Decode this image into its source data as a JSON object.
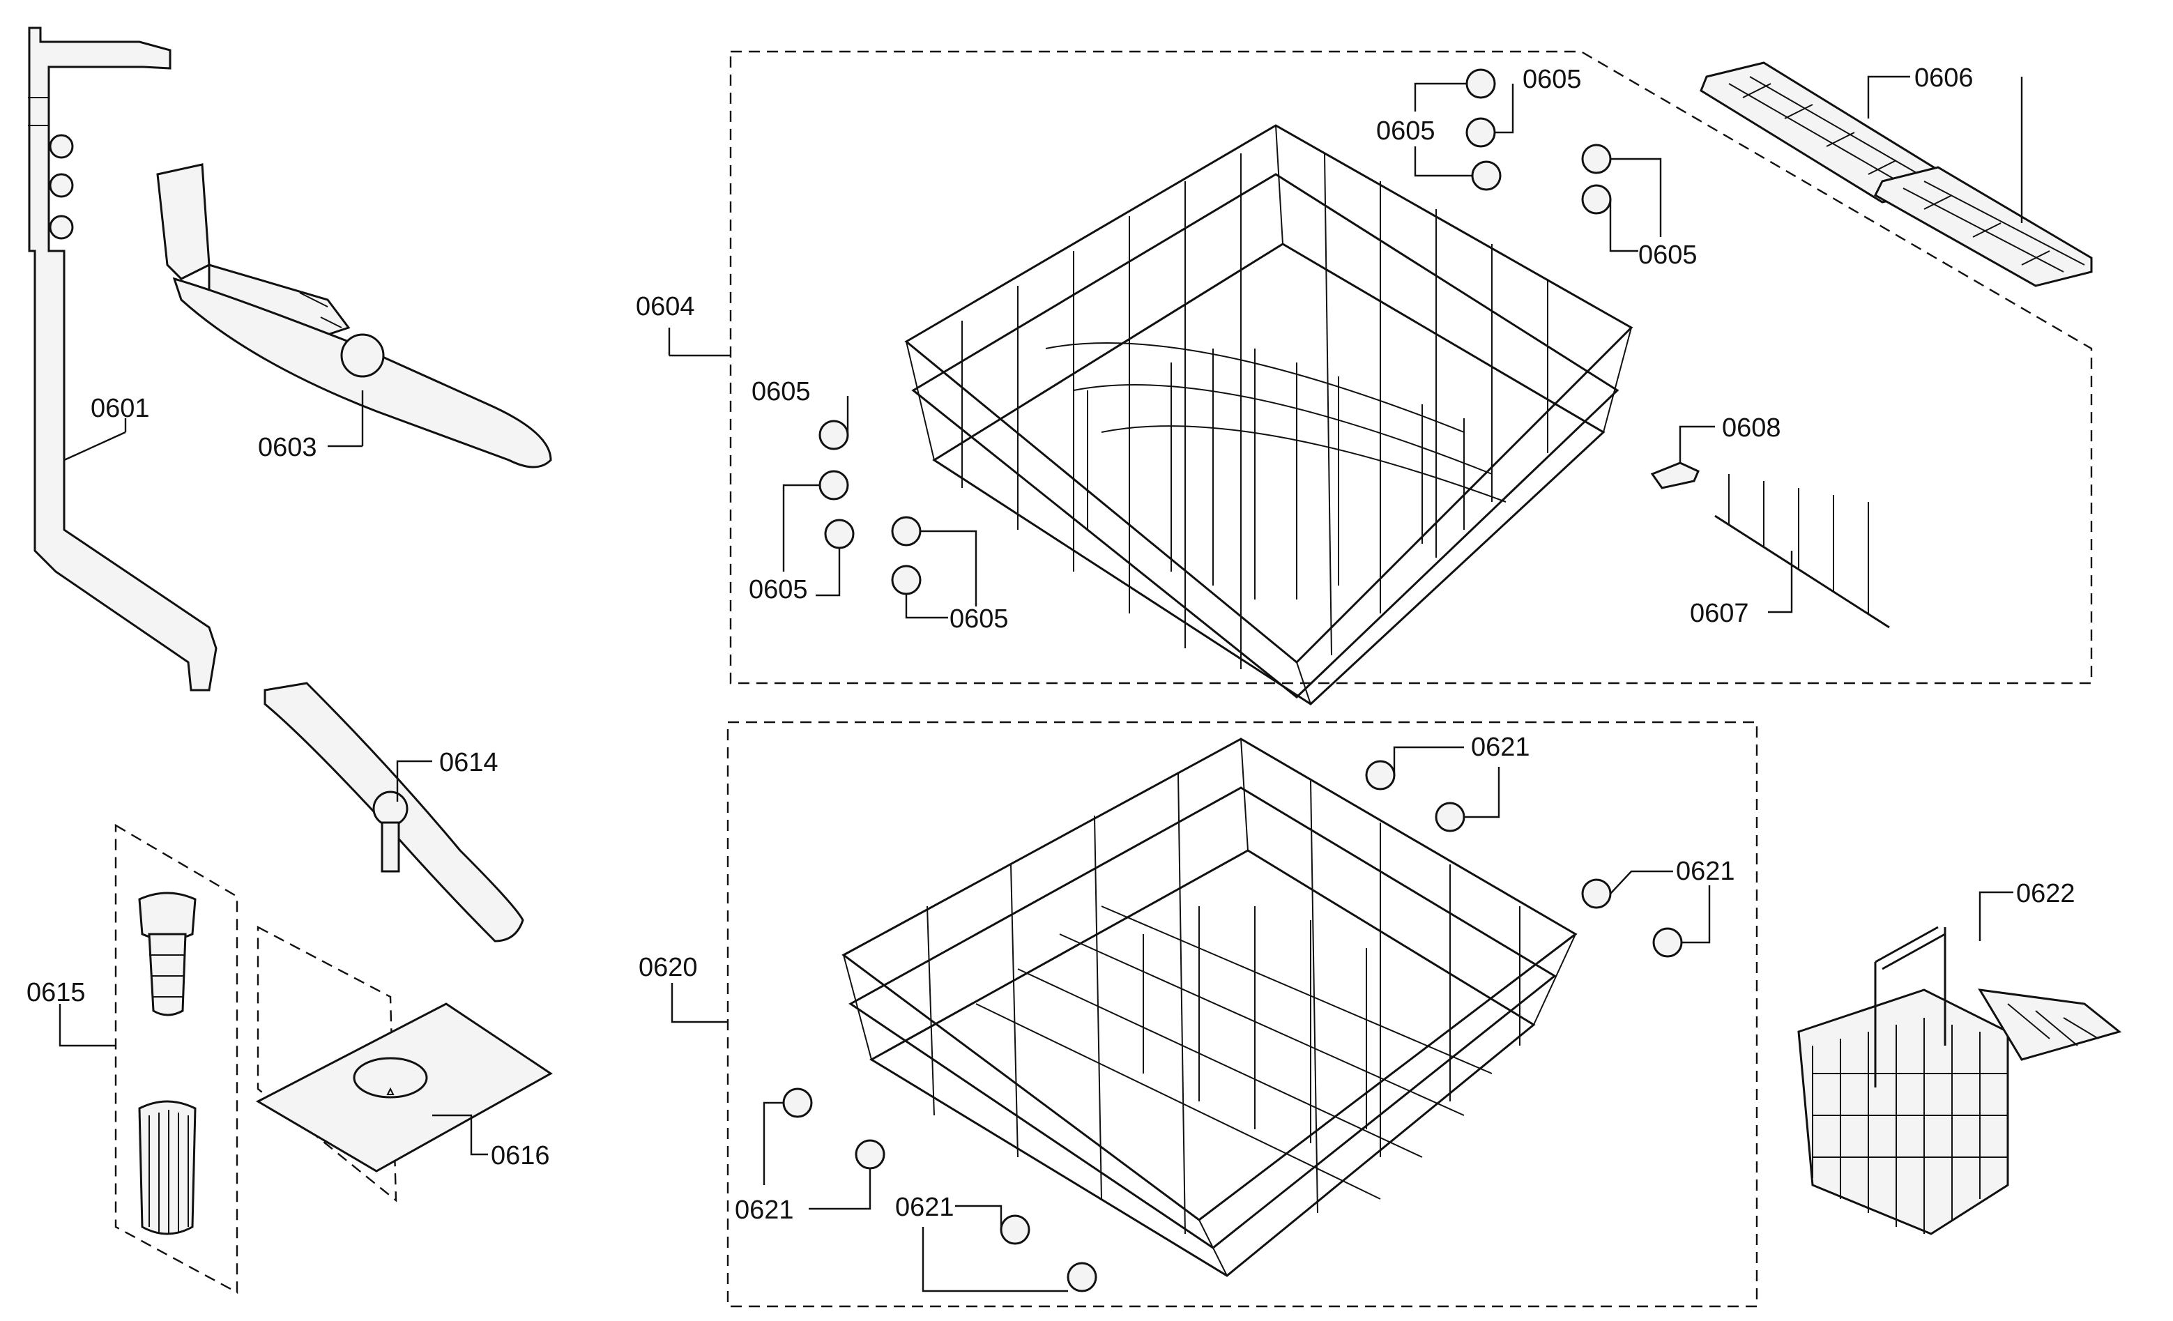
{
  "labels": {
    "l0601": "0601",
    "l0603": "0603",
    "l0604": "0604",
    "l0605a": "0605",
    "l0605b": "0605",
    "l0605c": "0605",
    "l0605d": "0605",
    "l0605e": "0605",
    "l0605f": "0605",
    "l0606": "0606",
    "l0607": "0607",
    "l0608": "0608",
    "l0614": "0614",
    "l0615": "0615",
    "l0616": "0616",
    "l0620": "0620",
    "l0621a": "0621",
    "l0621b": "0621",
    "l0621c": "0621",
    "l0621d": "0621",
    "l0622": "0622"
  }
}
